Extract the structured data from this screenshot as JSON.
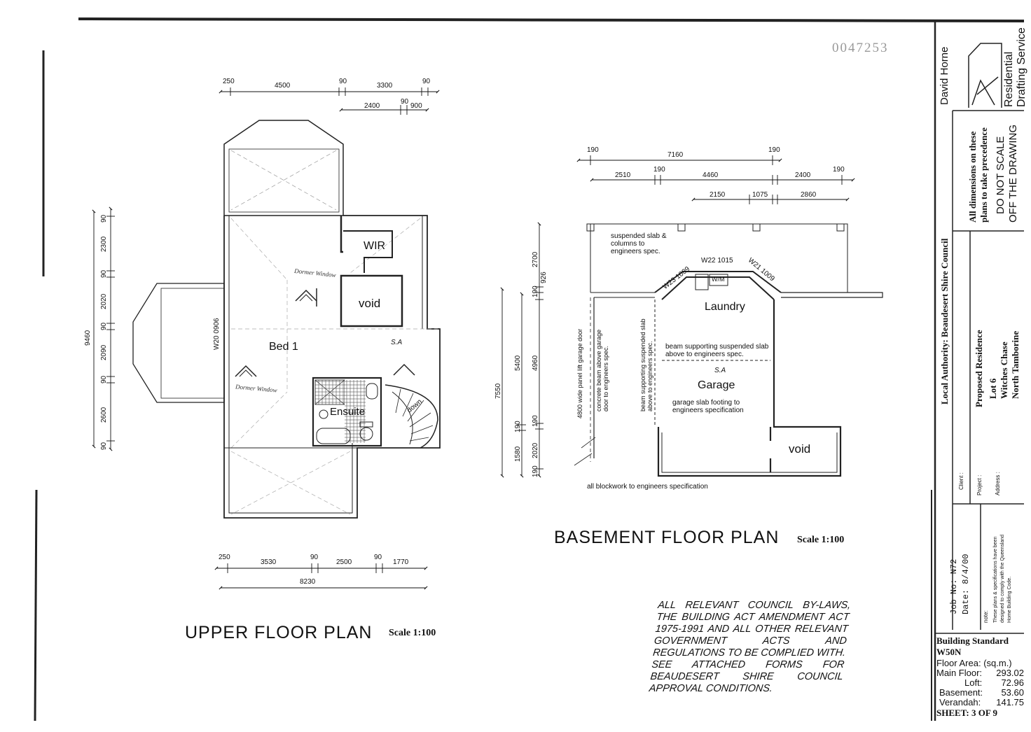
{
  "document": {
    "stamp_number": "0047253",
    "upper_floor": {
      "title": "UPPER FLOOR PLAN",
      "scale": "Scale 1:100",
      "rooms": [
        "Bed 1",
        "WIR",
        "void",
        "Ensuite"
      ],
      "labels": {
        "window": "W20 0906",
        "stair": "down",
        "smoke_alarm": "S.A",
        "handwritten_a": "Dormer Window",
        "handwritten_b": "Dormer Window"
      },
      "dims_top_row1": [
        "250",
        "4500",
        "90",
        "3300",
        "90"
      ],
      "dims_top_row2": [
        "2400",
        "90",
        "900"
      ],
      "dims_left": [
        "90",
        "2300",
        "90",
        "2020",
        "90",
        "2090",
        "90",
        "2600",
        "90"
      ],
      "dim_left_total": "9460",
      "dims_bottom": [
        "250",
        "3530",
        "90",
        "2500",
        "90",
        "1770"
      ],
      "dim_bottom_total": "8230"
    },
    "basement": {
      "title": "BASEMENT FLOOR PLAN",
      "scale": "Scale 1:100",
      "rooms": [
        "Laundry",
        "Garage",
        "void"
      ],
      "dims_top_row1": [
        "190",
        "7160",
        "190"
      ],
      "dims_top_row2": [
        "2510",
        "190",
        "4460",
        "2400",
        "190"
      ],
      "dims_top_row3": [
        "2150",
        "1075",
        "2860"
      ],
      "dims_left_outer": "7550",
      "dims_left_mid": [
        "5400",
        "190",
        "1580"
      ],
      "dims_left_inner": [
        "2700",
        "190",
        "926",
        "4960",
        "190",
        "2020",
        "190"
      ],
      "windows": [
        "W23 1009",
        "W22 1015",
        "W21 1009"
      ],
      "wm": "W/M",
      "notes": {
        "suspended_slab": "suspended slab & columns to engineers spec.",
        "beam_slab": "beam supporting suspended slab above to engineers spec.",
        "garage_slab": "garage slab footing to engineers specification",
        "blockwork": "all blockwork to engineers specification",
        "garage_door": "4800 wide panel lift garage door",
        "concrete_beam": "concrete beam above garage door to engineers spec.",
        "beam_vertical": "beam supporting suspended slab above to engineers spec.",
        "smoke_alarm": "S.A"
      }
    },
    "council_note": "ALL RELEVANT COUNCIL BY-LAWS, THE BUILDING ACT AMENDMENT ACT 1975-1991 AND ALL OTHER RELEVANT GOVERNMENT ACTS AND REGULATIONS TO BE COMPLIED WITH. SEE ATTACHED FORMS FOR BEAUDESERT SHIRE COUNCIL APPROVAL CONDITIONS."
  },
  "title_block": {
    "designer": "David Horne",
    "firm_line1": "Residential",
    "firm_line2": "Drafting Service",
    "disclaimer_line1": "All dimensions on these",
    "disclaimer_line2": "plans to take precedence",
    "do_not_scale_1": "DO NOT SCALE",
    "do_not_scale_2": "OFF THE DRAWING",
    "local_authority": "Local Authority: Beaudesert Shire Council",
    "client_label": "Client :",
    "project_label": "Project :",
    "project_value": "Proposed Residence",
    "address_label": "Address :",
    "address_1": "Lot 6",
    "address_2": "Witches Chase",
    "address_3": "North Tamborine",
    "job_no": "Job No:  N72",
    "date": "Date:  8/4/00",
    "note_label": "note:",
    "note_1": "These plans & specifications have been",
    "note_2": "designed to comply with the Queensland",
    "note_3": "Home Building Code.",
    "building_standard": "Building Standard",
    "standard_code": "W50N",
    "floor_area_label": "Floor Area: (sq.m.)",
    "areas": [
      {
        "label": "Main Floor:",
        "value": "293.02"
      },
      {
        "label": "Loft:",
        "value": "72.96"
      },
      {
        "label": "Basement:",
        "value": "53.60"
      },
      {
        "label": "Verandah:",
        "value": "141.75"
      }
    ],
    "sheet": "SHEET:  3  OF  9"
  }
}
